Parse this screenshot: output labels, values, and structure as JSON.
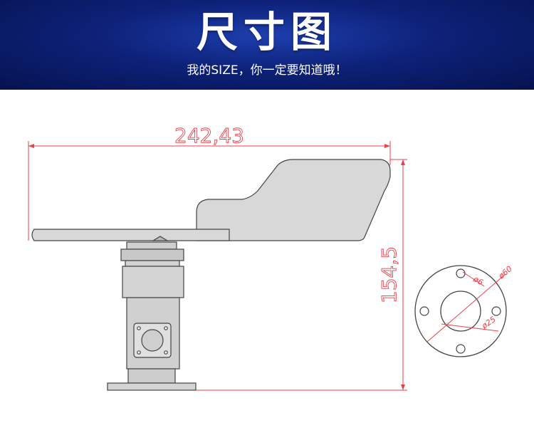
{
  "banner": {
    "title": "尺寸图",
    "subtitle": "我的SIZE，你一定要知道哦！"
  },
  "dimensions": {
    "width": "242,43",
    "height": "154,5",
    "hole_diameter": "ø6",
    "outer_diameter": "ø60",
    "center_diameter": "ø25"
  },
  "colors": {
    "banner_blue": "#0d2178",
    "dimension_red": "#e8404a",
    "outline_gray": "#444444",
    "fill_gray": "#d8d8d8"
  }
}
